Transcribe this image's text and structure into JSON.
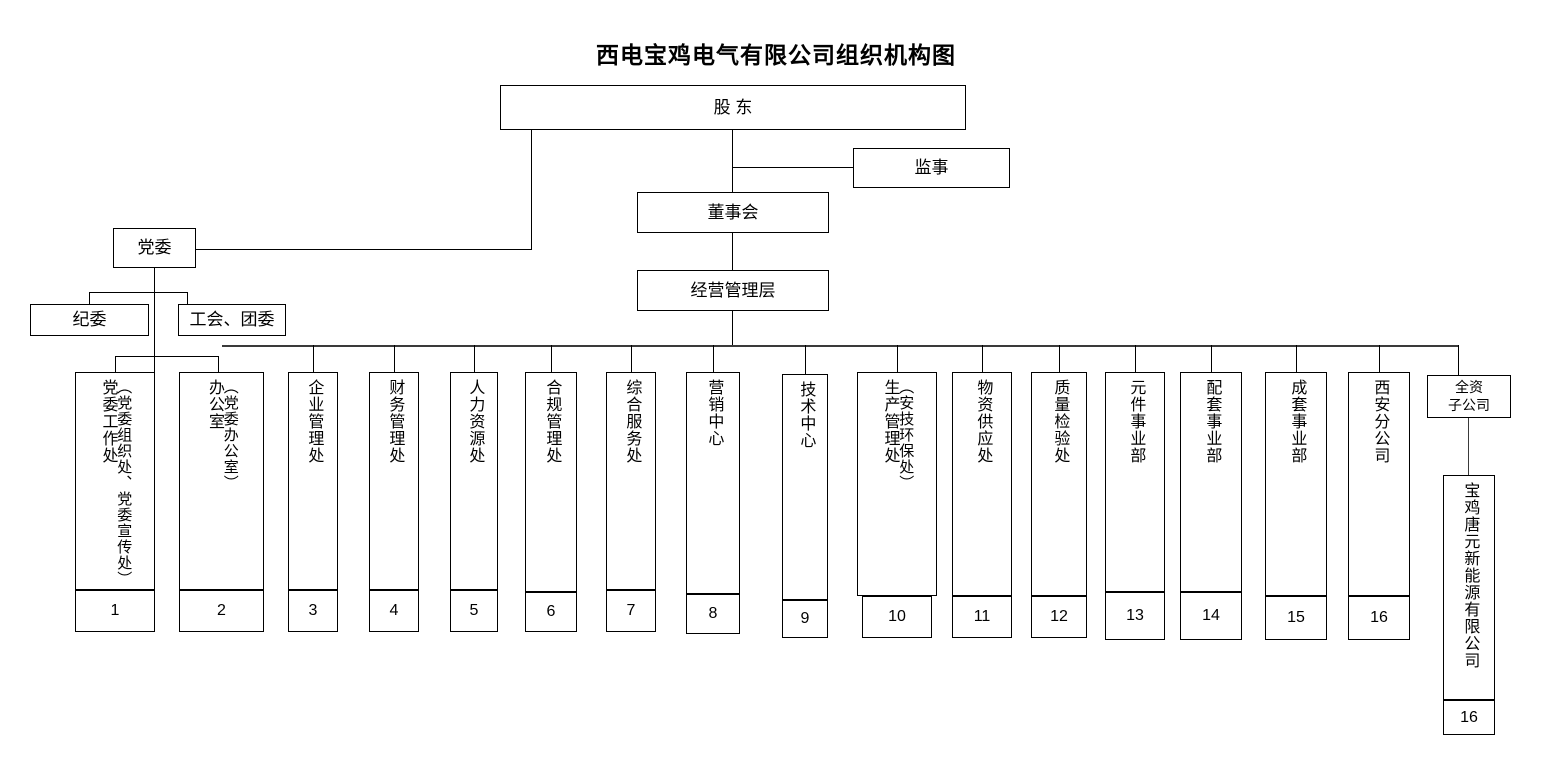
{
  "title": "西电宝鸡电气有限公司组织机构图",
  "top": {
    "shareholder": "股    东",
    "supervisor": "监事",
    "board": "董事会",
    "management": "经营管理层"
  },
  "party": {
    "committee": "党委",
    "discipline": "纪委",
    "union": "工会、团委"
  },
  "subsidiary_group": {
    "label": "全资\n子公司",
    "label_line1": "全资",
    "label_line2": "子公司",
    "company": "宝鸡唐元新能源有限公司",
    "number": "16"
  },
  "departments": [
    {
      "number": "1",
      "main": "党委工作处",
      "sub": "（党委组织处、党委宣传处）"
    },
    {
      "number": "2",
      "main": "办公室",
      "sub": "（党委办公室）"
    },
    {
      "number": "3",
      "main": "企业管理处",
      "sub": ""
    },
    {
      "number": "4",
      "main": "财务管理处",
      "sub": ""
    },
    {
      "number": "5",
      "main": "人力资源处",
      "sub": ""
    },
    {
      "number": "6",
      "main": "合规管理处",
      "sub": ""
    },
    {
      "number": "7",
      "main": "综合服务处",
      "sub": ""
    },
    {
      "number": "8",
      "main": "营销中心",
      "sub": ""
    },
    {
      "number": "9",
      "main": "技术中心",
      "sub": ""
    },
    {
      "number": "10",
      "main": "生产管理处",
      "sub": "（安技环保处）"
    },
    {
      "number": "11",
      "main": "物资供应处",
      "sub": ""
    },
    {
      "number": "12",
      "main": "质量检验处",
      "sub": ""
    },
    {
      "number": "13",
      "main": "元件事业部",
      "sub": ""
    },
    {
      "number": "14",
      "main": "配套事业部",
      "sub": ""
    },
    {
      "number": "15",
      "main": "成套事业部",
      "sub": ""
    },
    {
      "number": "16",
      "main": "西安分公司",
      "sub": ""
    }
  ],
  "colors": {
    "stroke": "#000000",
    "bus": "#3a3a3a",
    "background": "#ffffff"
  }
}
